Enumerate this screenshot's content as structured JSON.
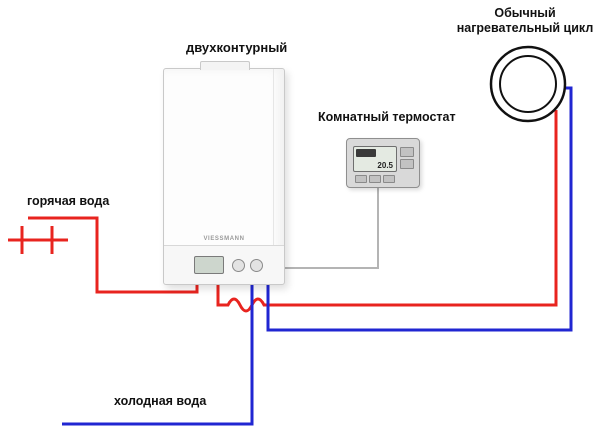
{
  "labels": {
    "boiler": "двухконтурный",
    "heating_cycle": "Обычный\nнагревательный цикл",
    "thermostat": "Комнатный термостат",
    "hot_water": "горячая вода",
    "cold_water": "холодная вода"
  },
  "boiler": {
    "brand": "VIESSMANN"
  },
  "thermostat": {
    "display": "20.5"
  },
  "colors": {
    "hot_pipe": "#e8241f",
    "cold_pipe": "#2026d2",
    "thermostat_wire": "#b4b4b4",
    "outline": "#111111"
  }
}
